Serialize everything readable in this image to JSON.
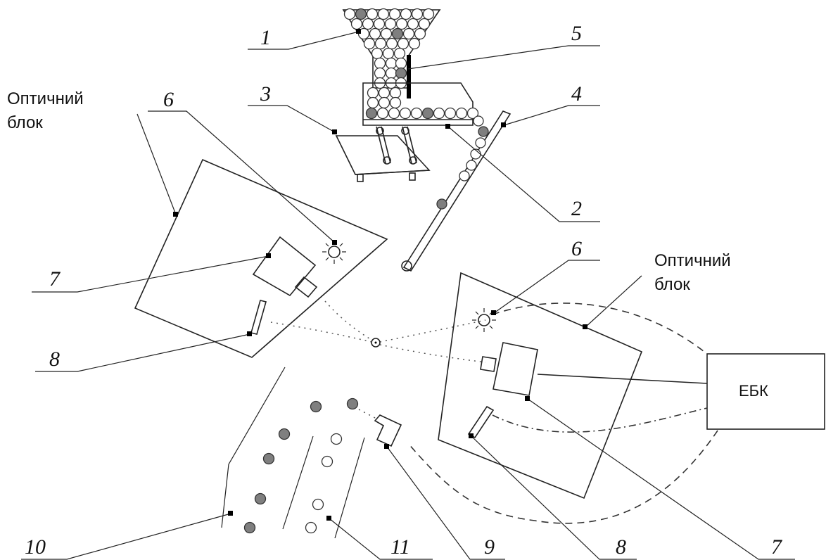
{
  "labels": {
    "n1": "1",
    "n2": "2",
    "n3": "3",
    "n4": "4",
    "n5": "5",
    "n6_left": "6",
    "n6_right": "6",
    "n7_left": "7",
    "n7_right": "7",
    "n8_left": "8",
    "n8_right": "8",
    "n9": "9",
    "n10": "10",
    "n11": "11"
  },
  "optical_block_left": {
    "line1": "Оптичний",
    "line2": "блок"
  },
  "optical_block_right": {
    "line1": "Оптичний",
    "line2": "блок"
  },
  "control_unit": {
    "label": "ЕБК"
  },
  "colors": {
    "dark_ball": "#7f7f7f",
    "light_ball": "#ffffff",
    "device_fill": "#d9d9d9",
    "stroke": "#222222"
  }
}
